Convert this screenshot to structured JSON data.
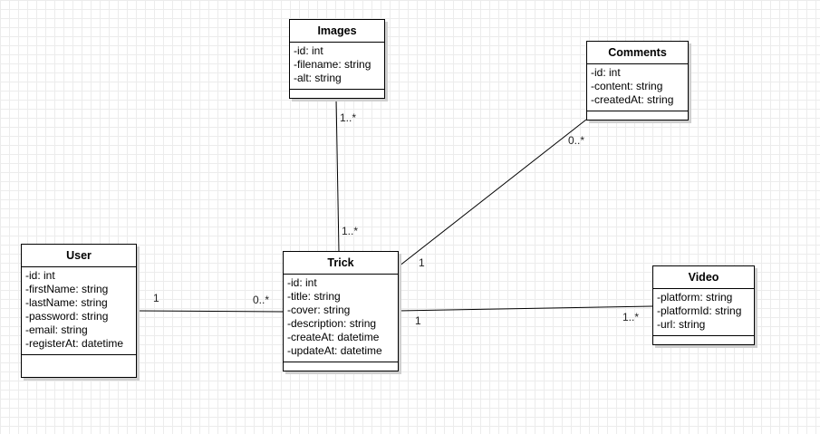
{
  "classes": {
    "images": {
      "name": "Images",
      "attributes": [
        "-id: int",
        "-filename: string",
        "-alt: string"
      ]
    },
    "comments": {
      "name": "Comments",
      "attributes": [
        "-id: int",
        "-content: string",
        "-createdAt: string"
      ]
    },
    "user": {
      "name": "User",
      "attributes": [
        "-id: int",
        "-firstName: string",
        "-lastName: string",
        "-password: string",
        "-email: string",
        "-registerAt: datetime"
      ]
    },
    "trick": {
      "name": "Trick",
      "attributes": [
        "-id: int",
        "-title: string",
        "-cover: string",
        "-description: string",
        "-createAt: datetime",
        "-updateAt: datetime"
      ]
    },
    "video": {
      "name": "Video",
      "attributes": [
        "-platform: string",
        "-platformId: string",
        "-url: string"
      ]
    }
  },
  "associations": {
    "images_trick": {
      "images_end": "1..*",
      "trick_end": "1..*"
    },
    "comments_trick": {
      "comments_end": "0..*",
      "trick_end": "1"
    },
    "user_trick": {
      "user_end": "1",
      "trick_end": "0..*"
    },
    "trick_video": {
      "trick_end": "1",
      "video_end": "1..*"
    }
  }
}
